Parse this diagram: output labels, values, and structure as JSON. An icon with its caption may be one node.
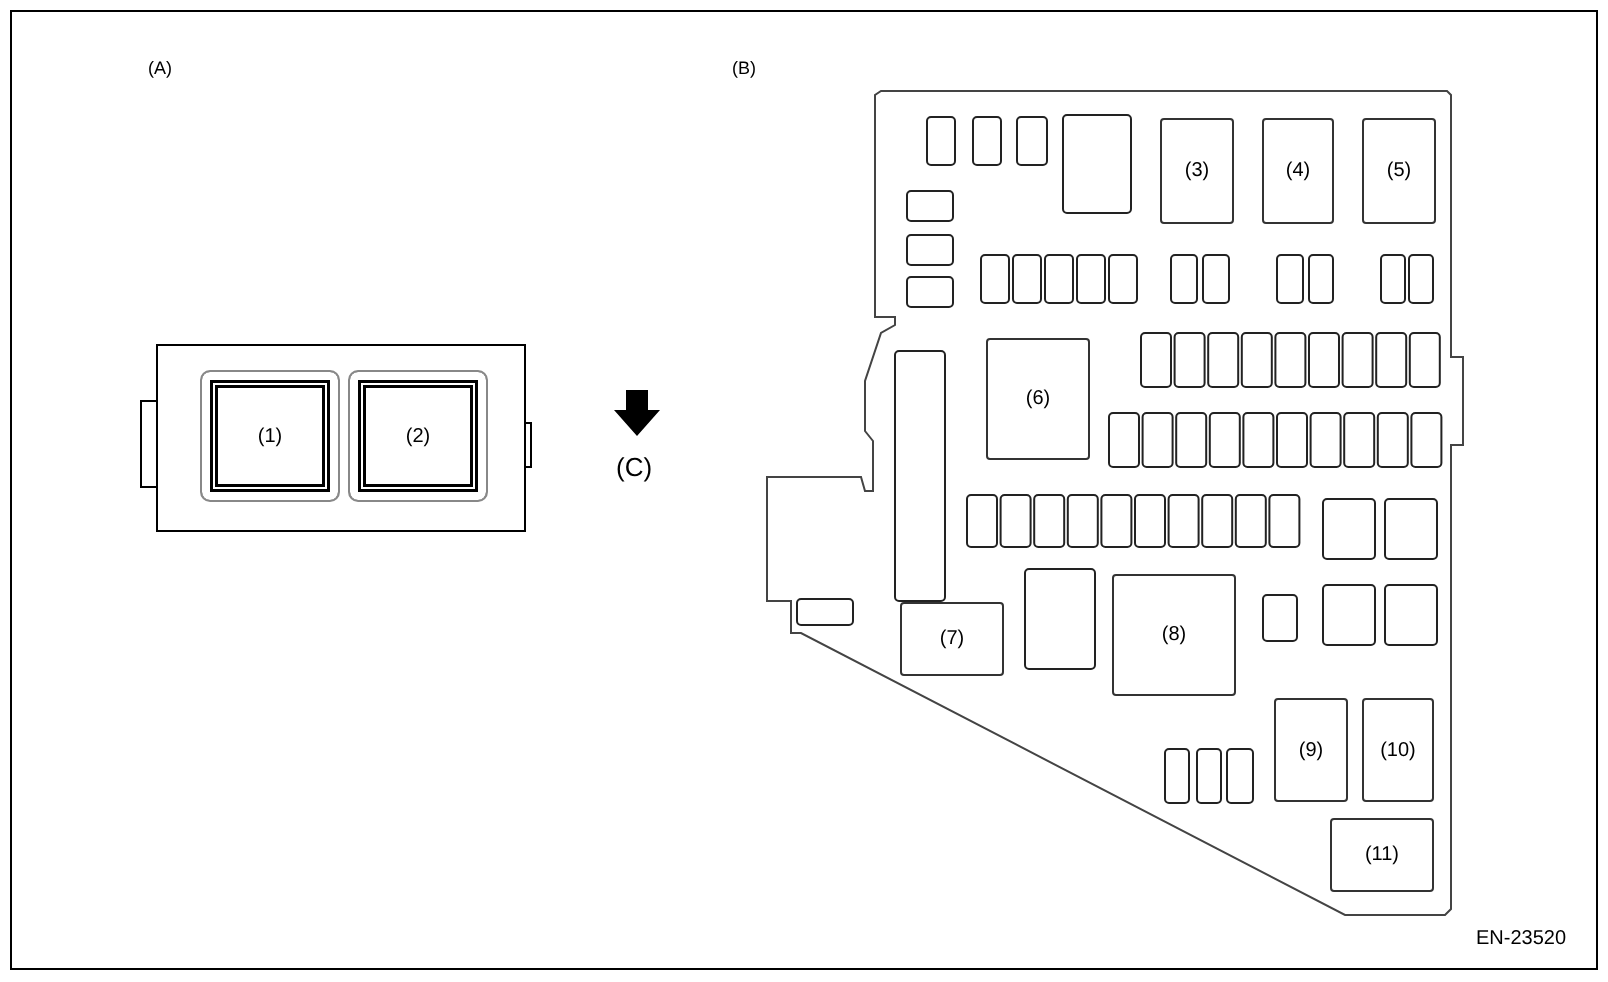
{
  "diagram": {
    "nodes": [
      {
        "text": [],
        "shape": "box"
      },
      {
        "text": [
          "(1)"
        ],
        "in": 0
      },
      {
        "text": [
          "(2)"
        ],
        "in": 0
      },
      {
        "text": [],
        "shape": "box"
      },
      {
        "text": [
          "(3)"
        ],
        "in": 3
      },
      {
        "text": [
          "(4)"
        ],
        "in": 3
      },
      {
        "text": [
          "(5)"
        ],
        "in": 3
      },
      {
        "text": [
          "(6)"
        ],
        "in": 3
      },
      {
        "text": [
          "(7)"
        ],
        "in": 3
      },
      {
        "text": [
          "(8)"
        ],
        "in": 3
      },
      {
        "text": [
          "(9)"
        ],
        "in": 3
      },
      {
        "text": [
          "(10)"
        ],
        "in": 3
      },
      {
        "text": [
          "(11)"
        ],
        "in": 3
      }
    ],
    "labels": [
      "(A)",
      "(B)",
      "(C)",
      "EN-23520"
    ]
  }
}
